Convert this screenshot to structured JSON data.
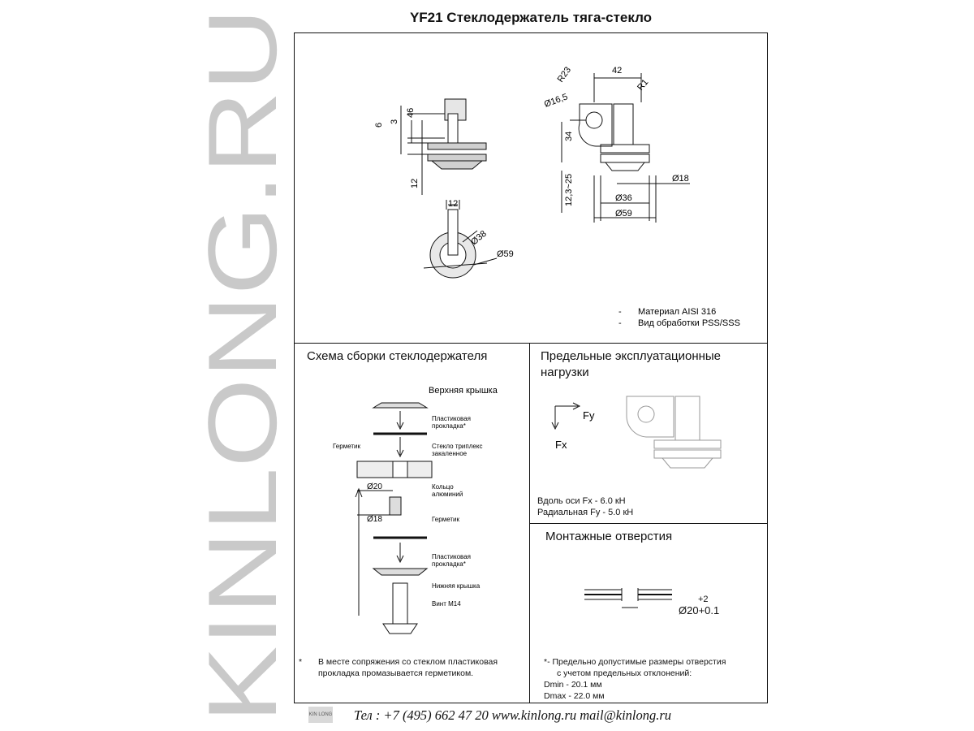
{
  "watermark": "KINLONG.RU",
  "title": "YF21 Стеклодержатель тяга-стекло",
  "drawing": {
    "dims_side": {
      "d6": "6",
      "d3": "3",
      "d46": "46",
      "d12": "12"
    },
    "dims_right": {
      "d42": "42",
      "r23": "R23",
      "r1": "R1",
      "d16_5": "Ø16,5",
      "d34": "34",
      "d12_25": "12,3~25",
      "d18": "Ø18",
      "d36": "Ø36",
      "d59": "Ø59"
    },
    "dims_bottom": {
      "d12": "12",
      "d38": "Ø38",
      "d59": "Ø59"
    },
    "specs": [
      "Материал AISI 316",
      "Вид обработки PSS/SSS"
    ]
  },
  "assembly": {
    "heading": "Схема сборки стеклодержателя",
    "labels": {
      "top_cap": "Верхняя крышка",
      "plastic_pad_1a": "Пластиковая",
      "plastic_pad_1b": "прокладка*",
      "sealant_left": "Герметик",
      "glass_a": "Стекло триплекс",
      "glass_b": "закаленное",
      "d20": "Ø20",
      "ring_a": "Кольцо",
      "ring_b": "алюминий",
      "d18": "Ø18",
      "sealant_right": "Герметик",
      "plastic_pad_2a": "Пластиковая",
      "plastic_pad_2b": "прокладка*",
      "bottom_cap": "Нижняя крышка",
      "screw": "Винт М14"
    },
    "note_mark": "*",
    "note_line1": "В месте сопряжения со стеклом пластиковая",
    "note_line2": "прокладка промазывается герметиком."
  },
  "loads": {
    "heading_line1": "Предельные эксплуатационные",
    "heading_line2": "нагрузки",
    "fy": "Fy",
    "fx": "Fx",
    "axial": "Вдоль оси Fx -  6.0 кН",
    "radial": "Радиальная Fy -  5.0 кН"
  },
  "holes": {
    "heading": "Монтажные отверстия",
    "tol_plus": "+2",
    "dia": "Ø20+0.1",
    "note_line1": "*- Предельно допустимые размеры отверстия",
    "note_line2": "с учетом предельных отклонений:",
    "dmin": "Dmin - 20.1 мм",
    "dmax": "Dmax - 22.0 мм"
  },
  "footer": {
    "logo_text": "KIN LONG",
    "contact": "Тел : +7 (495) 662 47 20 www.kinlong.ru mail@kinlong.ru"
  }
}
